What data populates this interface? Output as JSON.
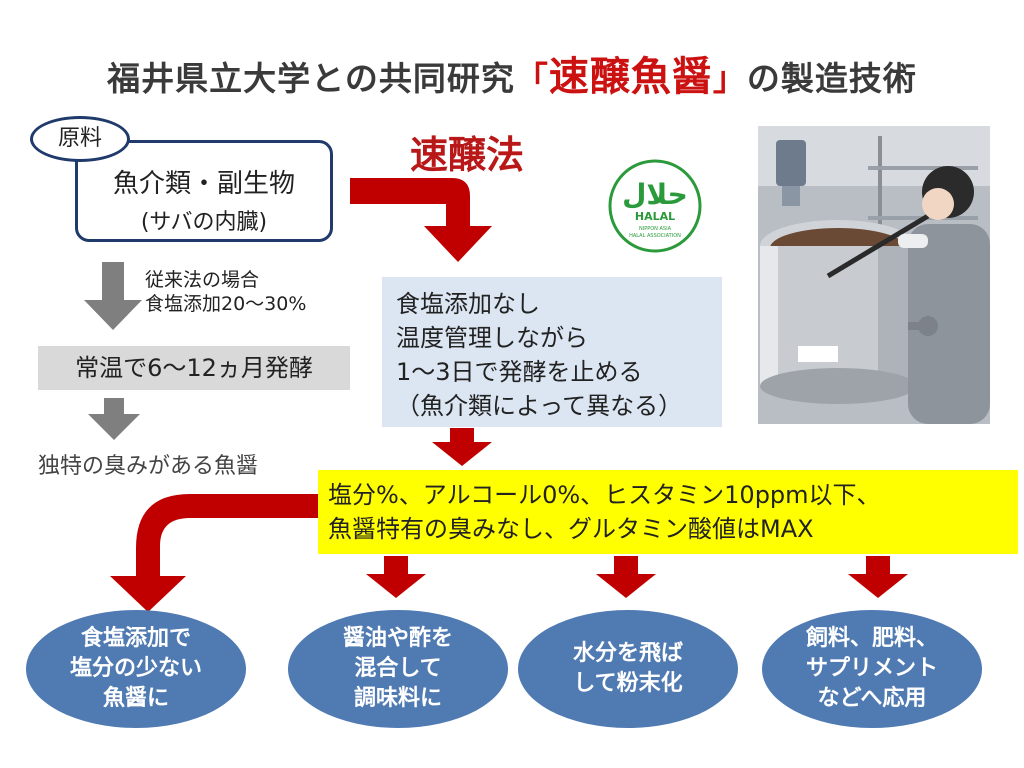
{
  "title": {
    "prefix": "福井県立大学との共同研究",
    "bracket_open": "「",
    "highlight": "速醸魚醤",
    "bracket_close": "」",
    "suffix": "の製造技術"
  },
  "raw_material": {
    "tag": "原料",
    "line1": "魚介類・副生物",
    "line2": "(サバの内臓)"
  },
  "conventional": {
    "note_line1": "従来法の場合",
    "note_line2": "食塩添加20～30%",
    "process": "常温で6～12ヵ月発酵",
    "result": "独特の臭みがある魚醤"
  },
  "quick_method": {
    "title": "速醸法",
    "steps": [
      "食塩添加なし",
      "温度管理しながら",
      "1～3日で発酵を止める",
      "（魚介類によって異なる）"
    ]
  },
  "result": {
    "line1": "塩分%、アルコール0%、ヒスタミン10ppm以下、",
    "line2": "魚醤特有の臭みなし、グルタミン酸値はMAX"
  },
  "applications": [
    "食塩添加で\n塩分の少ない\n魚醤に",
    "醤油や酢を\n混合して\n調味料に",
    "水分を飛ば\nして粉末化",
    "飼料、肥料、\nサプリメント\nなどへ応用"
  ],
  "halal_logo": {
    "arabic": "حلال",
    "label": "HALAL",
    "org_line1": "NIPPON ASIA",
    "org_line2": "HALAL ASSOCIATION"
  },
  "colors": {
    "accent_red": "#cc1111",
    "arrow_red": "#c00000",
    "arrow_gray": "#7f7f7f",
    "box_navy": "#1f3a6b",
    "process_blue": "#dce6f2",
    "result_yellow": "#ffff00",
    "oval_blue": "#4f7ab2",
    "halal_green": "#2a9a3a"
  }
}
